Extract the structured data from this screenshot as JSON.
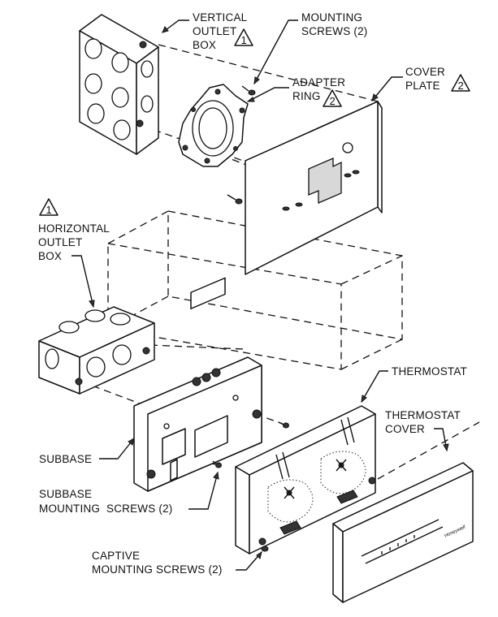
{
  "labels": {
    "vertical_outlet_box": [
      "VERTICAL",
      "OUTLET",
      "BOX"
    ],
    "mounting_screws": [
      "MOUNTING",
      "SCREWS (2)"
    ],
    "adapter_ring": [
      "ADAPTER",
      "RING"
    ],
    "cover_plate": [
      "COVER",
      "PLATE"
    ],
    "horizontal_outlet_box": [
      "HORIZONTAL",
      "OUTLET",
      "BOX"
    ],
    "thermostat": "THERMOSTAT",
    "thermostat_cover": [
      "THERMOSTAT",
      "COVER"
    ],
    "subbase": "SUBBASE",
    "subbase_mounting_screws": [
      "SUBBASE",
      "MOUNTING  SCREWS (2)"
    ],
    "captive_mounting_screws": [
      "CAPTIVE",
      "MOUNTING SCREWS (2)"
    ]
  },
  "note_markers": {
    "vertical_outlet_box": "1",
    "adapter_ring": "2",
    "cover_plate": "2",
    "horizontal_outlet_box": "1"
  },
  "brand": "Honeywell"
}
